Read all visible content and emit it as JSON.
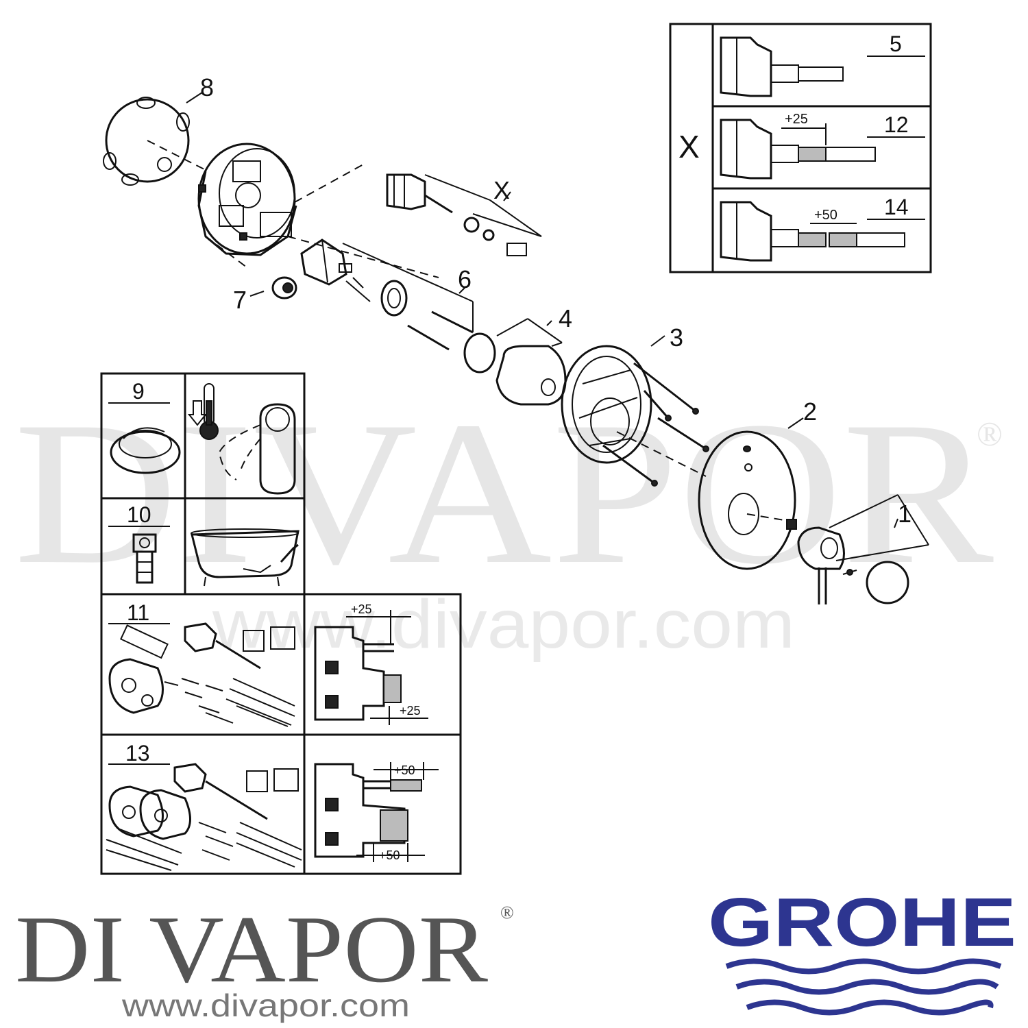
{
  "watermark": {
    "big": "DIVAPOR",
    "registered": "®",
    "url": "www.divapor.com"
  },
  "parts": {
    "p1": "1",
    "p2": "2",
    "p3": "3",
    "p4": "4",
    "p5": "5",
    "p6": "6",
    "p7": "7",
    "p8": "8",
    "p9": "9",
    "p10": "10",
    "p11": "11",
    "p12": "12",
    "p13": "13",
    "p14": "14",
    "px": "X"
  },
  "inset_x": {
    "label": "X",
    "dim12": "+25",
    "dim14": "+50"
  },
  "kits": {
    "k11_top": "+25",
    "k11_bottom": "+25",
    "k13_top": "+50",
    "k13_bottom": "+50"
  },
  "brand": {
    "name": "DI VAPOR",
    "registered": "®",
    "url": "www.divapor.com"
  },
  "grohe": {
    "name": "GROHE",
    "color": "#2d3590"
  }
}
